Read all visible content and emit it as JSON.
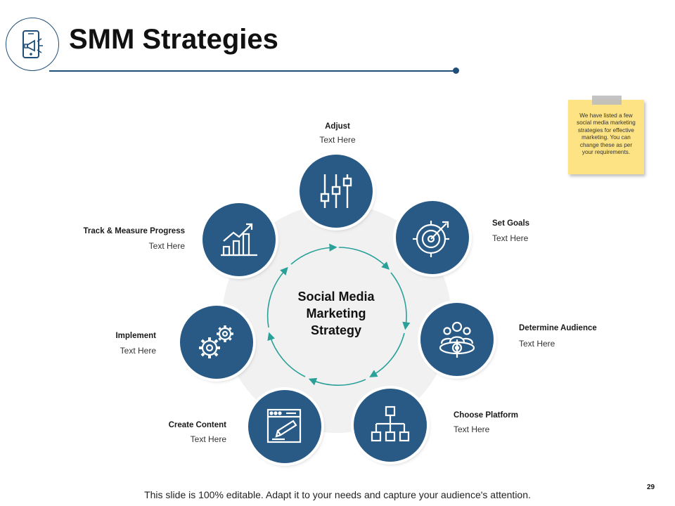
{
  "header": {
    "title": "SMM Strategies",
    "icon": "smartphone-megaphone-icon"
  },
  "center": {
    "line1": "Social Media",
    "line2": "Marketing",
    "line3": "Strategy"
  },
  "steps": [
    {
      "label": "Adjust",
      "text": "Text Here",
      "icon": "sliders-icon"
    },
    {
      "label": "Set Goals",
      "text": "Text Here",
      "icon": "target-icon"
    },
    {
      "label": "Determine Audience",
      "text": "Text Here",
      "icon": "audience-target-icon"
    },
    {
      "label": "Choose Platform",
      "text": "Text Here",
      "icon": "hierarchy-icon"
    },
    {
      "label": "Create Content",
      "text": "Text Here",
      "icon": "edit-document-icon"
    },
    {
      "label": "Implement",
      "text": "Text Here",
      "icon": "gears-icon"
    },
    {
      "label": "Track & Measure Progress",
      "text": "Text Here",
      "icon": "growth-chart-icon"
    }
  ],
  "note": {
    "text": "We have listed a few social media marketing strategies for effective marketing. You can change these as per your requirements."
  },
  "footer": {
    "text": "This slide is 100% editable. Adapt it to your needs and capture your audience's attention."
  },
  "page_number": "29",
  "colors": {
    "node": "#285a85",
    "accent_line": "#1f4e79",
    "arrow": "#2aa198",
    "note": "#fde383"
  }
}
